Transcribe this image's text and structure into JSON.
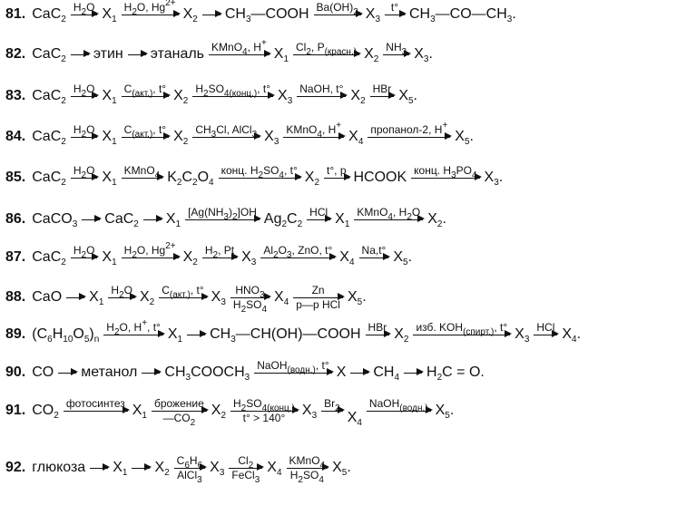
{
  "problems": [
    {
      "num": "81.",
      "items": [
        {
          "k": "t",
          "h": "CaC<sub>2</sub>"
        },
        {
          "k": "a",
          "a": "H<sub>2</sub>O",
          "b": ""
        },
        {
          "k": "t",
          "h": "X<sub>1</sub>"
        },
        {
          "k": "a",
          "a": "H<sub>2</sub>O, Hg<sup>2+</sup>",
          "b": ""
        },
        {
          "k": "t",
          "h": "X<sub>2</sub>"
        },
        {
          "k": "p"
        },
        {
          "k": "t",
          "h": "CH<sub>3</sub>—COOH"
        },
        {
          "k": "a",
          "a": "Ba(OH)<sub>2</sub>",
          "b": ""
        },
        {
          "k": "t",
          "h": "X<sub>3</sub>"
        },
        {
          "k": "a",
          "a": "t°",
          "b": ""
        },
        {
          "k": "t",
          "h": "CH<sub>3</sub>—CO—CH<sub>3</sub>."
        }
      ]
    },
    {
      "num": "82.",
      "items": [
        {
          "k": "t",
          "h": "CaC<sub>2</sub>"
        },
        {
          "k": "p"
        },
        {
          "k": "t",
          "h": "этин"
        },
        {
          "k": "p"
        },
        {
          "k": "t",
          "h": "этаналь"
        },
        {
          "k": "a",
          "a": "KMnO<sub>4</sub>, H<sup>+</sup>",
          "b": ""
        },
        {
          "k": "t",
          "h": "X<sub>1</sub>"
        },
        {
          "k": "a",
          "a": "Cl<sub>2</sub>, P<sub>(красн.)</sub>",
          "b": ""
        },
        {
          "k": "t",
          "h": "X<sub>2</sub>"
        },
        {
          "k": "a",
          "a": "NH<sub>3</sub>",
          "b": ""
        },
        {
          "k": "t",
          "h": "X<sub>3</sub>."
        }
      ]
    },
    {
      "num": "83.",
      "items": [
        {
          "k": "t",
          "h": "CaC<sub>2</sub>"
        },
        {
          "k": "a",
          "a": "H<sub>2</sub>O",
          "b": ""
        },
        {
          "k": "t",
          "h": "X<sub>1</sub>"
        },
        {
          "k": "a",
          "a": "C<sub>(акт.)</sub>, t°",
          "b": ""
        },
        {
          "k": "t",
          "h": "X<sub>2</sub>"
        },
        {
          "k": "a",
          "a": "H<sub>2</sub>SO<sub>4(конц.)</sub>, t°",
          "b": ""
        },
        {
          "k": "t",
          "h": "X<sub>3</sub>"
        },
        {
          "k": "a",
          "a": "NaOH, t°",
          "b": ""
        },
        {
          "k": "t",
          "h": "X<sub>2</sub>"
        },
        {
          "k": "a",
          "a": "HBr",
          "b": ""
        },
        {
          "k": "t",
          "h": "X<sub>5</sub>."
        }
      ]
    },
    {
      "num": "84.",
      "items": [
        {
          "k": "t",
          "h": "CaC<sub>2</sub>"
        },
        {
          "k": "a",
          "a": "H<sub>2</sub>O",
          "b": ""
        },
        {
          "k": "t",
          "h": "X<sub>1</sub>"
        },
        {
          "k": "a",
          "a": "C<sub>(акт.)</sub>, t°",
          "b": ""
        },
        {
          "k": "t",
          "h": "X<sub>2</sub>"
        },
        {
          "k": "a",
          "a": "CH<sub>3</sub>Cl, AlCl<sub>3</sub>",
          "b": ""
        },
        {
          "k": "t",
          "h": "X<sub>3</sub>"
        },
        {
          "k": "a",
          "a": "KMnO<sub>4</sub>, H<sup>+</sup>",
          "b": ""
        },
        {
          "k": "t",
          "h": "X<sub>4</sub>"
        },
        {
          "k": "a",
          "a": "пропанол-2, H<sup>+</sup>",
          "b": ""
        },
        {
          "k": "t",
          "h": "X<sub>5</sub>."
        }
      ]
    },
    {
      "num": "85.",
      "items": [
        {
          "k": "t",
          "h": "CaC<sub>2</sub>"
        },
        {
          "k": "a",
          "a": "H<sub>2</sub>O",
          "b": ""
        },
        {
          "k": "t",
          "h": "X<sub>1</sub>"
        },
        {
          "k": "a",
          "a": "KMnO<sub>4</sub>",
          "b": ""
        },
        {
          "k": "t",
          "h": "K<sub>2</sub>C<sub>2</sub>O<sub>4</sub>"
        },
        {
          "k": "a",
          "a": "конц. H<sub>2</sub>SO<sub>4</sub>, t°",
          "b": ""
        },
        {
          "k": "t",
          "h": "X<sub>2</sub>"
        },
        {
          "k": "a",
          "a": "t°, p",
          "b": ""
        },
        {
          "k": "t",
          "h": "HCOOK"
        },
        {
          "k": "a",
          "a": "конц. H<sub>3</sub>PO<sub>4</sub>",
          "b": ""
        },
        {
          "k": "t",
          "h": "X<sub>3</sub>."
        }
      ]
    },
    {
      "num": "86.",
      "items": [
        {
          "k": "t",
          "h": "CaCO<sub>3</sub>"
        },
        {
          "k": "p"
        },
        {
          "k": "t",
          "h": "CaC<sub>2</sub>"
        },
        {
          "k": "p"
        },
        {
          "k": "t",
          "h": "X<sub>1</sub>"
        },
        {
          "k": "a",
          "a": "[Ag(NH<sub>3</sub>)<sub>2</sub>]OH",
          "b": ""
        },
        {
          "k": "t",
          "h": "Ag<sub>2</sub>C<sub>2</sub>"
        },
        {
          "k": "a",
          "a": "HCl",
          "b": ""
        },
        {
          "k": "t",
          "h": "X<sub>1</sub>"
        },
        {
          "k": "a",
          "a": "KMnO<sub>4</sub>, H<sub>2</sub>O",
          "b": ""
        },
        {
          "k": "t",
          "h": "X<sub>2</sub>."
        }
      ]
    },
    {
      "num": "87.",
      "items": [
        {
          "k": "t",
          "h": "CaC<sub>2</sub>"
        },
        {
          "k": "a",
          "a": "H<sub>2</sub>O",
          "b": ""
        },
        {
          "k": "t",
          "h": "X<sub>1</sub>"
        },
        {
          "k": "a",
          "a": "H<sub>2</sub>O, Hg<sup>2+</sup>",
          "b": ""
        },
        {
          "k": "t",
          "h": "X<sub>2</sub>"
        },
        {
          "k": "a",
          "a": "H<sub>2</sub>, Pt",
          "b": ""
        },
        {
          "k": "t",
          "h": "X<sub>3</sub>"
        },
        {
          "k": "a",
          "a": "Al<sub>2</sub>O<sub>3</sub>, ZnO, t°",
          "b": ""
        },
        {
          "k": "t",
          "h": "X<sub>4</sub>"
        },
        {
          "k": "a",
          "a": "Na,t°",
          "b": ""
        },
        {
          "k": "t",
          "h": "X<sub>5</sub>."
        }
      ]
    },
    {
      "num": "88.",
      "items": [
        {
          "k": "t",
          "h": "CaO"
        },
        {
          "k": "p"
        },
        {
          "k": "t",
          "h": "X<sub>1</sub>"
        },
        {
          "k": "a",
          "a": "H<sub>2</sub>O",
          "b": ""
        },
        {
          "k": "t",
          "h": "X<sub>2</sub>"
        },
        {
          "k": "a",
          "a": "C<sub>(акт.)</sub>, t°",
          "b": ""
        },
        {
          "k": "t",
          "h": "X<sub>3</sub>"
        },
        {
          "k": "a",
          "a": "HNO<sub>3</sub>",
          "b": "H<sub>2</sub>SO<sub>4</sub>"
        },
        {
          "k": "t",
          "h": "X<sub>4</sub>"
        },
        {
          "k": "a",
          "a": "Zn",
          "b": "p—p HCl"
        },
        {
          "k": "t",
          "h": "X<sub>5</sub>."
        }
      ]
    },
    {
      "num": "89.",
      "items": [
        {
          "k": "t",
          "h": "(C<sub>6</sub>H<sub>10</sub>O<sub>5</sub>)<sub>n</sub>"
        },
        {
          "k": "a",
          "a": "H<sub>2</sub>O, H<sup>+</sup>, t°",
          "b": ""
        },
        {
          "k": "t",
          "h": "X<sub>1</sub>"
        },
        {
          "k": "p"
        },
        {
          "k": "t",
          "h": "CH<sub>3</sub>—CH(OH)—COOH"
        },
        {
          "k": "a",
          "a": "HBr",
          "b": ""
        },
        {
          "k": "t",
          "h": "X<sub>2</sub>"
        },
        {
          "k": "a",
          "a": "изб. KOH<sub>(спирт.)</sub>, t°",
          "b": ""
        },
        {
          "k": "t",
          "h": "X<sub>3</sub>"
        },
        {
          "k": "a",
          "a": "HCl",
          "b": ""
        },
        {
          "k": "t",
          "h": "X<sub>4</sub>."
        }
      ]
    },
    {
      "num": "90.",
      "items": [
        {
          "k": "t",
          "h": "CO"
        },
        {
          "k": "p"
        },
        {
          "k": "t",
          "h": "метанол"
        },
        {
          "k": "p"
        },
        {
          "k": "t",
          "h": "CH<sub>3</sub>COOCH<sub>3</sub>"
        },
        {
          "k": "a",
          "a": "NaOH<sub>(водн.)</sub>, t°",
          "b": ""
        },
        {
          "k": "t",
          "h": "X"
        },
        {
          "k": "p"
        },
        {
          "k": "t",
          "h": "CH<sub>4</sub>"
        },
        {
          "k": "p"
        },
        {
          "k": "t",
          "h": "H<sub>2</sub>C = O."
        }
      ]
    },
    {
      "num": "91.",
      "items": [
        {
          "k": "t",
          "h": "CO<sub>2</sub>"
        },
        {
          "k": "a",
          "a": "фотосинтез",
          "b": ""
        },
        {
          "k": "t",
          "h": "X<sub>1</sub>"
        },
        {
          "k": "a",
          "a": "брожение",
          "b": "—CO<sub>2</sub>"
        },
        {
          "k": "t",
          "h": "X<sub>2</sub>"
        },
        {
          "k": "a",
          "a": "H<sub>2</sub>SO<sub>4(конц.)</sub>",
          "b": "t° &gt; 140°"
        },
        {
          "k": "t",
          "h": "X<sub>3</sub>"
        },
        {
          "k": "a",
          "a": "Br<sub>2</sub>",
          "b": ""
        },
        {
          "k": "t",
          "h": "X<sub>4</sub>",
          "drop": true
        },
        {
          "k": "a",
          "a": "NaOH<sub>(водн.)</sub>",
          "b": ""
        },
        {
          "k": "t",
          "h": "X<sub>5</sub>."
        }
      ]
    },
    {
      "num": "92.",
      "items": [
        {
          "k": "t",
          "h": "глюкоза"
        },
        {
          "k": "p"
        },
        {
          "k": "t",
          "h": "X<sub>1</sub>"
        },
        {
          "k": "p"
        },
        {
          "k": "t",
          "h": "X<sub>2</sub>"
        },
        {
          "k": "a",
          "a": "C<sub>6</sub>H<sub>6</sub>",
          "b": "AlCl<sub>3</sub>"
        },
        {
          "k": "t",
          "h": "X<sub>3</sub>"
        },
        {
          "k": "a",
          "a": "Cl<sub>2</sub>",
          "b": "FeCl<sub>3</sub>"
        },
        {
          "k": "t",
          "h": "X<sub>4</sub>"
        },
        {
          "k": "a",
          "a": "KMnO<sub>4</sub>",
          "b": "H<sub>2</sub>SO<sub>4</sub>"
        },
        {
          "k": "t",
          "h": "X<sub>5</sub>."
        }
      ]
    }
  ]
}
